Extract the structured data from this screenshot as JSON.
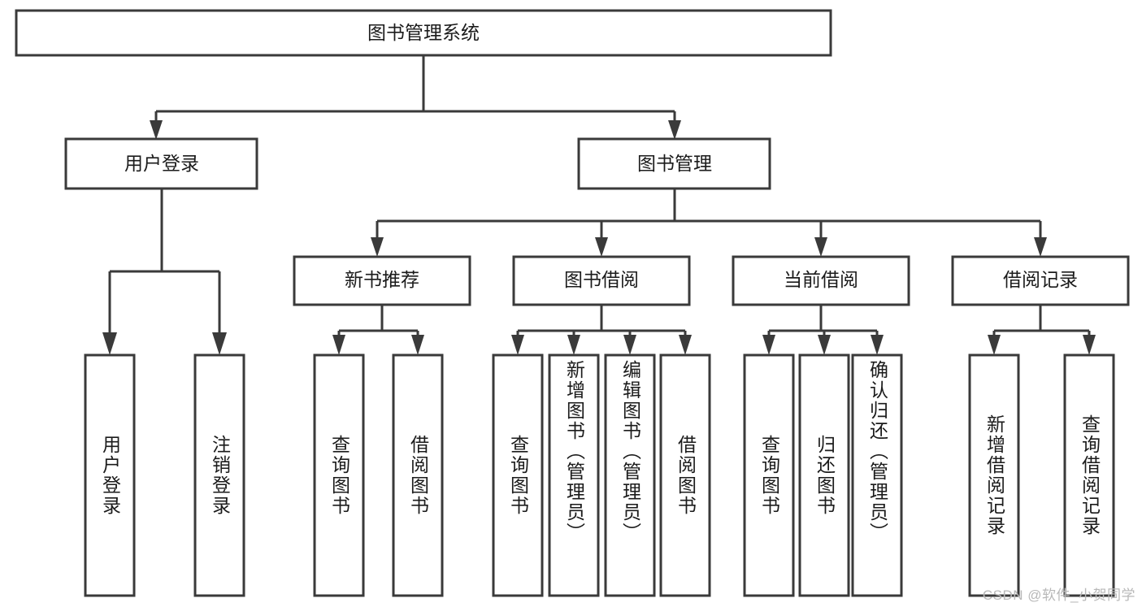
{
  "diagram": {
    "title": "图书管理系统",
    "type": "hierarchy-tree",
    "watermark": "CSDN @软件_小贺同学",
    "colors": {
      "stroke": "#3a3a3a",
      "fill": "#ffffff",
      "text": "#1b1b1b",
      "watermark": "#b8b8b8",
      "background": "#ffffff"
    },
    "levels": {
      "root": {
        "label": "图书管理系统"
      },
      "level2": [
        {
          "label": "用户登录"
        },
        {
          "label": "图书管理"
        }
      ],
      "level3": [
        {
          "label": "新书推荐"
        },
        {
          "label": "图书借阅"
        },
        {
          "label": "当前借阅"
        },
        {
          "label": "借阅记录"
        }
      ],
      "level4": [
        {
          "label": "用户登录",
          "parent": "用户登录"
        },
        {
          "label": "注销登录",
          "parent": "用户登录"
        },
        {
          "label": "查询图书",
          "parent": "新书推荐"
        },
        {
          "label": "借阅图书",
          "parent": "新书推荐"
        },
        {
          "label": "查询图书",
          "parent": "图书借阅"
        },
        {
          "label": "新增图书（管理员）",
          "parent": "图书借阅"
        },
        {
          "label": "编辑图书（管理员）",
          "parent": "图书借阅"
        },
        {
          "label": "借阅图书",
          "parent": "图书借阅"
        },
        {
          "label": "查询图书",
          "parent": "当前借阅"
        },
        {
          "label": "归还图书",
          "parent": "当前借阅"
        },
        {
          "label": "确认归还（管理员）",
          "parent": "当前借阅"
        },
        {
          "label": "新增借阅记录",
          "parent": "借阅记录"
        },
        {
          "label": "查询借阅记录",
          "parent": "借阅记录"
        }
      ]
    }
  }
}
